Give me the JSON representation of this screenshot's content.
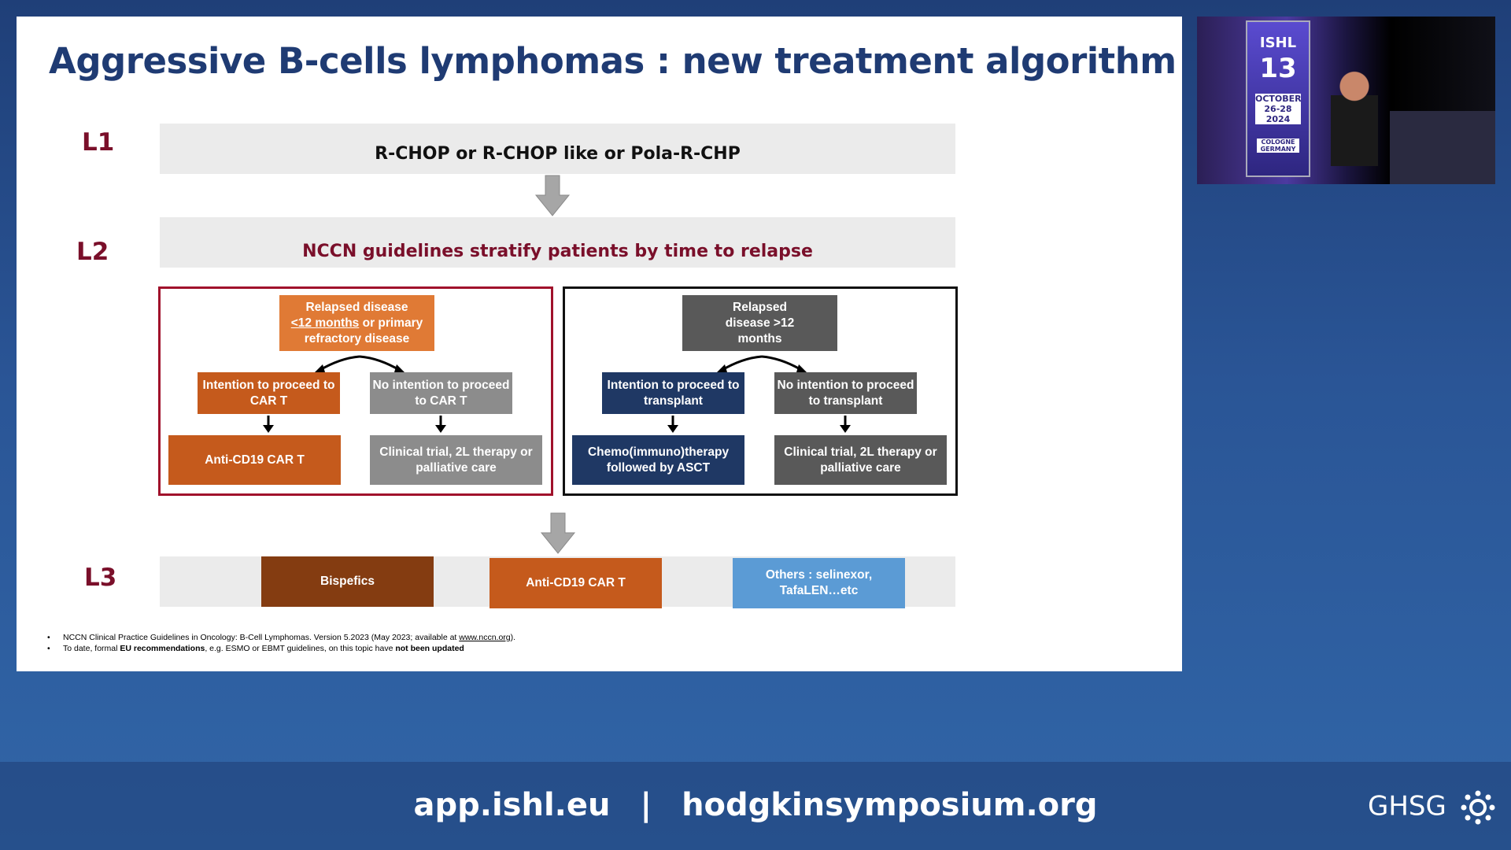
{
  "slide": {
    "title": "Aggressive B-cells lymphomas : new treatment algorithm",
    "levels": [
      "L1",
      "L2",
      "L3"
    ],
    "l1_band": "R-CHOP or R-CHOP like or Pola-R-CHP",
    "l2_band": "NCCN guidelines stratify patients by time to relapse",
    "left_panel": {
      "top_box_line1": "Relapsed disease",
      "top_box_underlined": "<12 months",
      "top_box_rest": " or primary refractory disease",
      "branch_left": "Intention to proceed to CAR T",
      "branch_right": "No intention to proceed to CAR T",
      "result_left": "Anti-CD19 CAR T",
      "result_right": "Clinical trial, 2L therapy or palliative care"
    },
    "right_panel": {
      "top_box": "Relapsed disease >12 months",
      "branch_left": "Intention to proceed to transplant",
      "branch_right": "No intention to proceed to transplant",
      "result_left": "Chemo(immuno)therapy followed by ASCT",
      "result_right": "Clinical trial, 2L therapy or palliative care"
    },
    "l3": {
      "box1": "Bispefics",
      "box2": "Anti-CD19 CAR T",
      "box3": "Others : selinexor, TafaLEN…etc"
    },
    "footnote1_pre": "NCCN Clinical Practice Guidelines in Oncology: B-Cell Lymphomas. Version 5.2023 (May 2023; available at ",
    "footnote1_link": "www.nccn.org",
    "footnote1_post": ").",
    "footnote2_a": "To date, formal ",
    "footnote2_b": "EU recommendations",
    "footnote2_c": ", e.g. ESMO or EBMT guidelines, on this topic have ",
    "footnote2_d": "not been updated"
  },
  "video": {
    "banner_logo": "ISHL",
    "banner_number": "13",
    "banner_dates": "OCTOBER 26-28 2024",
    "banner_city": "COLOGNE GERMANY"
  },
  "footer": {
    "url1": "app.ishl.eu",
    "separator": "|",
    "url2": "hodgkinsymposium.org",
    "brand": "GHSG"
  },
  "colors": {
    "title": "#1f3b73",
    "level": "#7a0f2a",
    "orange": "#e07a35",
    "dark_orange": "#c55a1c",
    "navy": "#1f3864",
    "light_blue": "#5b9bd5"
  }
}
